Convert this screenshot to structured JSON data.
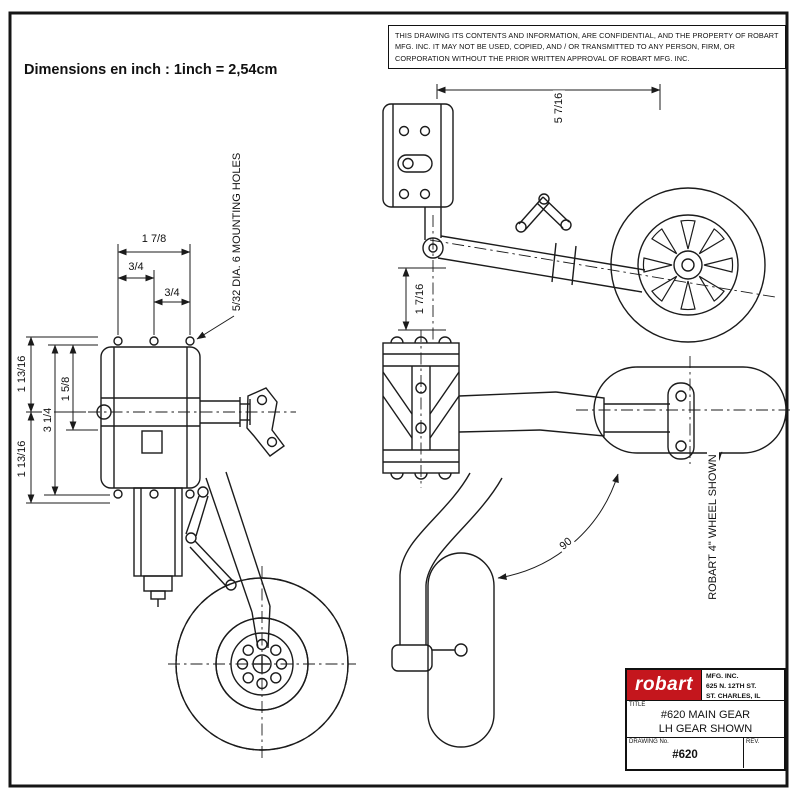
{
  "page": {
    "scale_note": "Dimensions en inch : 1inch = 2,54cm",
    "confidentiality_notice": "THIS DRAWING ITS CONTENTS AND INFORMATION, ARE CONFIDENTIAL, AND THE PROPERTY OF ROBART MFG. INC. IT MAY NOT BE USED, COPIED, AND / OR TRANSMITTED TO ANY PERSON, FIRM, OR CORPORATION WITHOUT THE PRIOR WRITTEN APPROVAL OF ROBART MFG. INC."
  },
  "front_view": {
    "dim_width_top": "1 7/8",
    "dim_hole_spacing_a": "3/4",
    "dim_hole_spacing_b": "3/4",
    "mounting_holes_note": "5/32 DIA. 6 MOUNTING HOLES",
    "dim_upper_height": "1 13/16",
    "dim_inner_height": "1 5/8",
    "dim_total_height": "3 1/4",
    "dim_lower_height": "1 13/16"
  },
  "top_view": {
    "dim_length": "5 7/16"
  },
  "side_view": {
    "dim_depth": "1 7/16",
    "retract_angle": "90",
    "wheel_note": "ROBART 4\" WHEEL SHOWN"
  },
  "title_block": {
    "logo_text": "robart",
    "company_line1": "MFG. INC.",
    "company_line2": "625 N. 12TH ST.",
    "company_line3": "ST. CHARLES, IL",
    "title_label": "TITLE",
    "drawing_title_line1": "#620 MAIN GEAR",
    "drawing_title_line2": "LH GEAR SHOWN",
    "drawing_no_label": "DRAWING No.",
    "drawing_no_value": "#620",
    "rev_label": "REV."
  },
  "colors": {
    "line": "#1b1b1b",
    "logo_red": "#c4161d"
  }
}
